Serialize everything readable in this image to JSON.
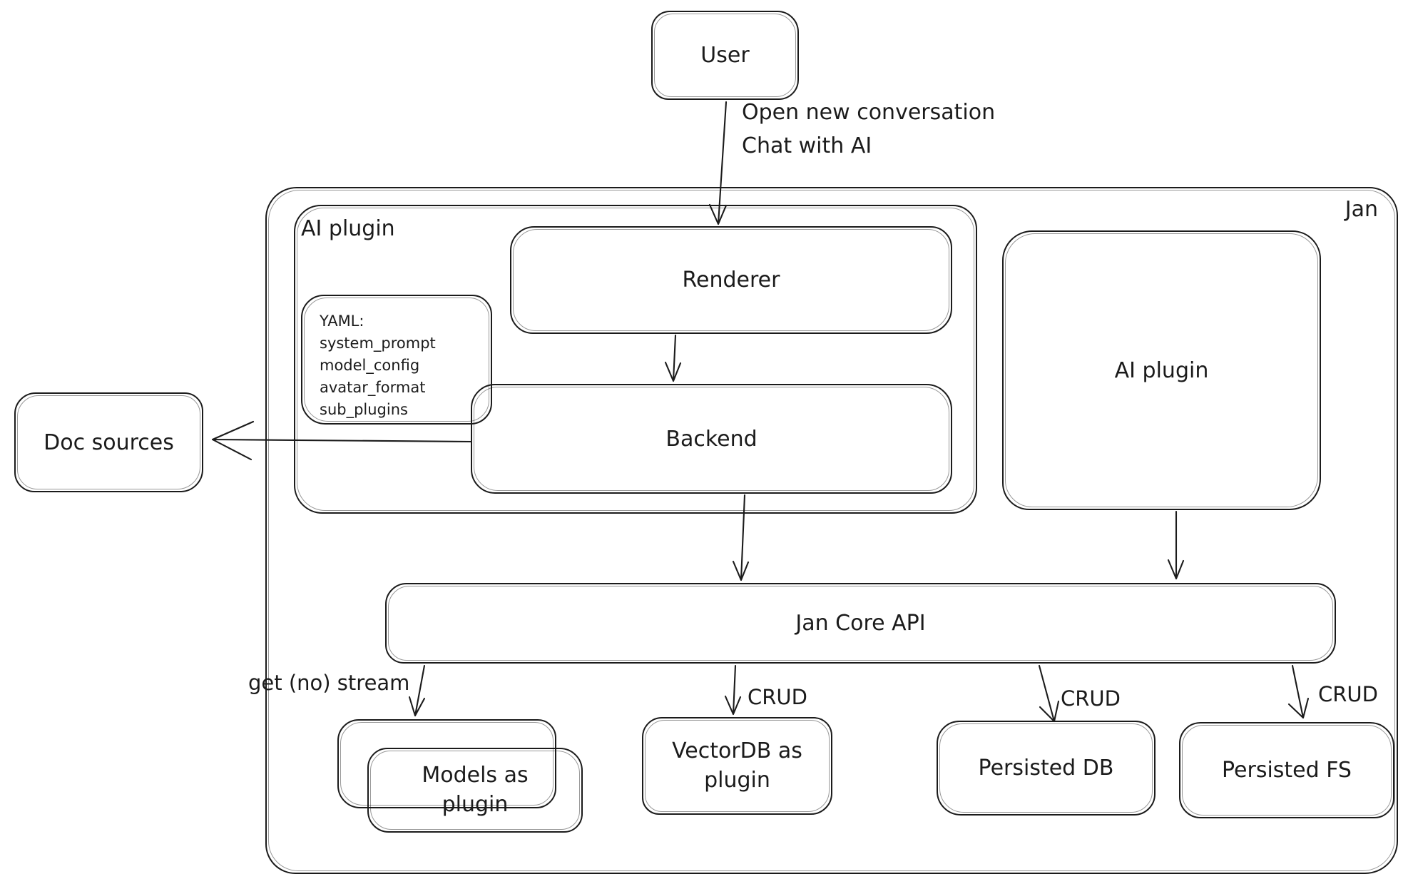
{
  "canvas": {
    "background": "#ffffff",
    "stroke_color": "#1b1b1b"
  },
  "nodes": {
    "user": {
      "label": "User"
    },
    "jan_container": {
      "label": "Jan"
    },
    "ai_plugin_group": {
      "label": "AI plugin"
    },
    "renderer": {
      "label": "Renderer"
    },
    "yaml_note": {
      "lines": [
        "YAML:",
        "system_prompt",
        "model_config",
        "avatar_format",
        "sub_plugins"
      ]
    },
    "backend": {
      "label": "Backend"
    },
    "doc_sources": {
      "label": "Doc sources"
    },
    "ai_plugin_box": {
      "label": "AI plugin"
    },
    "jan_core_api": {
      "label": "Jan Core API"
    },
    "models_as_plugin": {
      "label": "Models as plugin"
    },
    "vectordb_as_plugin": {
      "label": "VectorDB as plugin"
    },
    "persisted_db": {
      "label": "Persisted DB"
    },
    "persisted_fs": {
      "label": "Persisted FS"
    }
  },
  "edge_labels": {
    "user_action_line1": "Open new conversation",
    "user_action_line2": "Chat with AI",
    "get_stream": "get (no) stream",
    "crud": "CRUD"
  }
}
